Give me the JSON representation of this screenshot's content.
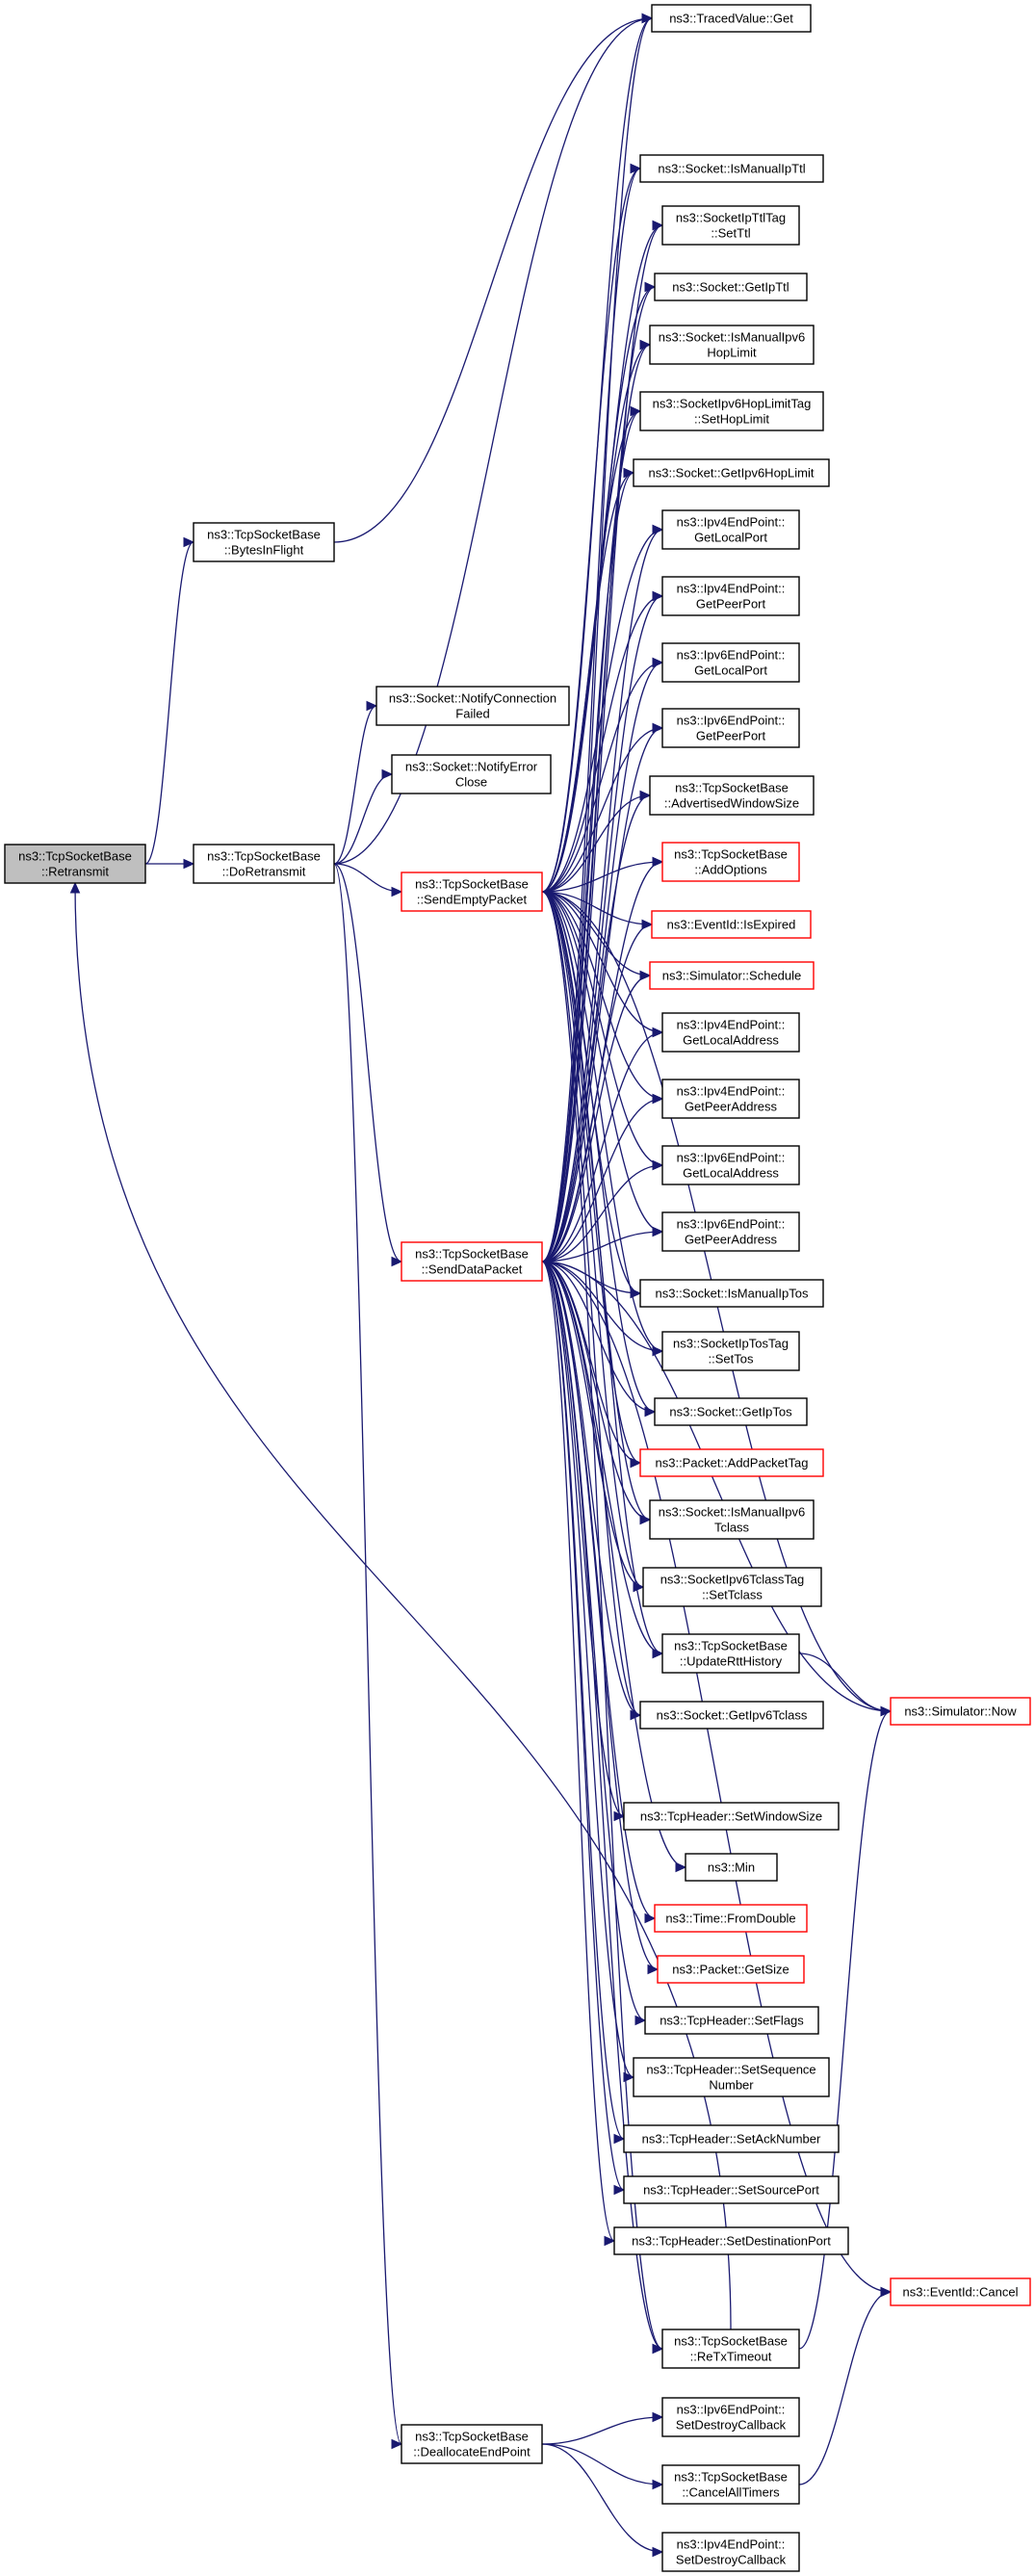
{
  "nodes": [
    {
      "id": "retransmit",
      "lines": [
        "ns3::TcpSocketBase",
        "::Retransmit"
      ],
      "style": "root"
    },
    {
      "id": "bytesinflight",
      "lines": [
        "ns3::TcpSocketBase",
        "::BytesInFlight"
      ],
      "style": "black"
    },
    {
      "id": "doretransmit",
      "lines": [
        "ns3::TcpSocketBase",
        "::DoRetransmit"
      ],
      "style": "black"
    },
    {
      "id": "tracedvalue_get",
      "lines": [
        "ns3::TracedValue::Get"
      ],
      "style": "black"
    },
    {
      "id": "notifyconnfailed",
      "lines": [
        "ns3::Socket::NotifyConnection",
        "Failed"
      ],
      "style": "black"
    },
    {
      "id": "notifyerrorclose",
      "lines": [
        "ns3::Socket::NotifyError",
        "Close"
      ],
      "style": "black"
    },
    {
      "id": "sendemptypacket",
      "lines": [
        "ns3::TcpSocketBase",
        "::SendEmptyPacket"
      ],
      "style": "red"
    },
    {
      "id": "senddatapacket",
      "lines": [
        "ns3::TcpSocketBase",
        "::SendDataPacket"
      ],
      "style": "red"
    },
    {
      "id": "deallocateendpoint",
      "lines": [
        "ns3::TcpSocketBase",
        "::DeallocateEndPoint"
      ],
      "style": "black"
    },
    {
      "id": "ismanualipttl",
      "lines": [
        "ns3::Socket::IsManualIpTtl"
      ],
      "style": "black"
    },
    {
      "id": "socketipttltag_setttl",
      "lines": [
        "ns3::SocketIpTtlTag",
        "::SetTtl"
      ],
      "style": "black"
    },
    {
      "id": "getipttl",
      "lines": [
        "ns3::Socket::GetIpTtl"
      ],
      "style": "black"
    },
    {
      "id": "ismanualipv6hoplimit",
      "lines": [
        "ns3::Socket::IsManualIpv6",
        "HopLimit"
      ],
      "style": "black"
    },
    {
      "id": "sethoplimit",
      "lines": [
        "ns3::SocketIpv6HopLimitTag",
        "::SetHopLimit"
      ],
      "style": "black"
    },
    {
      "id": "getipv6hoplimit",
      "lines": [
        "ns3::Socket::GetIpv6HopLimit"
      ],
      "style": "black"
    },
    {
      "id": "ipv4_getlocalport",
      "lines": [
        "ns3::Ipv4EndPoint::",
        "GetLocalPort"
      ],
      "style": "black"
    },
    {
      "id": "ipv4_getpeerport",
      "lines": [
        "ns3::Ipv4EndPoint::",
        "GetPeerPort"
      ],
      "style": "black"
    },
    {
      "id": "ipv6_getlocalport",
      "lines": [
        "ns3::Ipv6EndPoint::",
        "GetLocalPort"
      ],
      "style": "black"
    },
    {
      "id": "ipv6_getpeerport",
      "lines": [
        "ns3::Ipv6EndPoint::",
        "GetPeerPort"
      ],
      "style": "black"
    },
    {
      "id": "advertisedwindowsize",
      "lines": [
        "ns3::TcpSocketBase",
        "::AdvertisedWindowSize"
      ],
      "style": "black"
    },
    {
      "id": "addoptions",
      "lines": [
        "ns3::TcpSocketBase",
        "::AddOptions"
      ],
      "style": "red"
    },
    {
      "id": "isexpired",
      "lines": [
        "ns3::EventId::IsExpired"
      ],
      "style": "red"
    },
    {
      "id": "schedule",
      "lines": [
        "ns3::Simulator::Schedule"
      ],
      "style": "red"
    },
    {
      "id": "ipv4_getlocaladdress",
      "lines": [
        "ns3::Ipv4EndPoint::",
        "GetLocalAddress"
      ],
      "style": "black"
    },
    {
      "id": "ipv4_getpeeraddress",
      "lines": [
        "ns3::Ipv4EndPoint::",
        "GetPeerAddress"
      ],
      "style": "black"
    },
    {
      "id": "ipv6_getlocaladdress",
      "lines": [
        "ns3::Ipv6EndPoint::",
        "GetLocalAddress"
      ],
      "style": "black"
    },
    {
      "id": "ipv6_getpeeraddress",
      "lines": [
        "ns3::Ipv6EndPoint::",
        "GetPeerAddress"
      ],
      "style": "black"
    },
    {
      "id": "ismanualiptos",
      "lines": [
        "ns3::Socket::IsManualIpTos"
      ],
      "style": "black"
    },
    {
      "id": "settos",
      "lines": [
        "ns3::SocketIpTosTag",
        "::SetTos"
      ],
      "style": "black"
    },
    {
      "id": "getiptos",
      "lines": [
        "ns3::Socket::GetIpTos"
      ],
      "style": "black"
    },
    {
      "id": "addpackettag",
      "lines": [
        "ns3::Packet::AddPacketTag"
      ],
      "style": "red"
    },
    {
      "id": "ismanualipv6tclass",
      "lines": [
        "ns3::Socket::IsManualIpv6",
        "Tclass"
      ],
      "style": "black"
    },
    {
      "id": "settclass",
      "lines": [
        "ns3::SocketIpv6TclassTag",
        "::SetTclass"
      ],
      "style": "black"
    },
    {
      "id": "updaterritthistory",
      "lines": [
        "ns3::TcpSocketBase",
        "::UpdateRttHistory"
      ],
      "style": "black"
    },
    {
      "id": "getipv6tclass",
      "lines": [
        "ns3::Socket::GetIpv6Tclass"
      ],
      "style": "black"
    },
    {
      "id": "simulator_now",
      "lines": [
        "ns3::Simulator::Now"
      ],
      "style": "red"
    },
    {
      "id": "setwindowsize",
      "lines": [
        "ns3::TcpHeader::SetWindowSize"
      ],
      "style": "black"
    },
    {
      "id": "min",
      "lines": [
        "ns3::Min"
      ],
      "style": "black"
    },
    {
      "id": "fromdouble",
      "lines": [
        "ns3::Time::FromDouble"
      ],
      "style": "red"
    },
    {
      "id": "getsize",
      "lines": [
        "ns3::Packet::GetSize"
      ],
      "style": "red"
    },
    {
      "id": "setflags",
      "lines": [
        "ns3::TcpHeader::SetFlags"
      ],
      "style": "black"
    },
    {
      "id": "setsequencenumber",
      "lines": [
        "ns3::TcpHeader::SetSequence",
        "Number"
      ],
      "style": "black"
    },
    {
      "id": "setacknumber",
      "lines": [
        "ns3::TcpHeader::SetAckNumber"
      ],
      "style": "black"
    },
    {
      "id": "setsourceport",
      "lines": [
        "ns3::TcpHeader::SetSourcePort"
      ],
      "style": "black"
    },
    {
      "id": "setdestinationport",
      "lines": [
        "ns3::TcpHeader::SetDestinationPort"
      ],
      "style": "black"
    },
    {
      "id": "eventid_cancel",
      "lines": [
        "ns3::EventId::Cancel"
      ],
      "style": "red"
    },
    {
      "id": "retxtimeout",
      "lines": [
        "ns3::TcpSocketBase",
        "::ReTxTimeout"
      ],
      "style": "black"
    },
    {
      "id": "ipv6_setdestroycallback",
      "lines": [
        "ns3::Ipv6EndPoint::",
        "SetDestroyCallback"
      ],
      "style": "black"
    },
    {
      "id": "cancelalltimers",
      "lines": [
        "ns3::TcpSocketBase",
        "::CancelAllTimers"
      ],
      "style": "black"
    },
    {
      "id": "ipv4_setdestroycallback",
      "lines": [
        "ns3::Ipv4EndPoint::",
        "SetDestroyCallback"
      ],
      "style": "black"
    }
  ],
  "edges": [
    [
      "retransmit",
      "bytesinflight"
    ],
    [
      "retransmit",
      "doretransmit"
    ],
    [
      "bytesinflight",
      "tracedvalue_get"
    ],
    [
      "doretransmit",
      "tracedvalue_get"
    ],
    [
      "doretransmit",
      "notifyconnfailed"
    ],
    [
      "doretransmit",
      "notifyerrorclose"
    ],
    [
      "doretransmit",
      "sendemptypacket"
    ],
    [
      "doretransmit",
      "senddatapacket"
    ],
    [
      "doretransmit",
      "deallocateendpoint"
    ],
    [
      "sendemptypacket",
      "tracedvalue_get"
    ],
    [
      "sendemptypacket",
      "ismanualipttl"
    ],
    [
      "sendemptypacket",
      "socketipttltag_setttl"
    ],
    [
      "sendemptypacket",
      "getipttl"
    ],
    [
      "sendemptypacket",
      "ismanualipv6hoplimit"
    ],
    [
      "sendemptypacket",
      "sethoplimit"
    ],
    [
      "sendemptypacket",
      "getipv6hoplimit"
    ],
    [
      "sendemptypacket",
      "ipv4_getlocalport"
    ],
    [
      "sendemptypacket",
      "ipv4_getpeerport"
    ],
    [
      "sendemptypacket",
      "ipv6_getlocalport"
    ],
    [
      "sendemptypacket",
      "ipv6_getpeerport"
    ],
    [
      "sendemptypacket",
      "advertisedwindowsize"
    ],
    [
      "sendemptypacket",
      "addoptions"
    ],
    [
      "sendemptypacket",
      "isexpired"
    ],
    [
      "sendemptypacket",
      "schedule"
    ],
    [
      "sendemptypacket",
      "ipv4_getlocaladdress"
    ],
    [
      "sendemptypacket",
      "ipv4_getpeeraddress"
    ],
    [
      "sendemptypacket",
      "ipv6_getlocaladdress"
    ],
    [
      "sendemptypacket",
      "ipv6_getpeeraddress"
    ],
    [
      "sendemptypacket",
      "ismanualiptos"
    ],
    [
      "sendemptypacket",
      "settos"
    ],
    [
      "sendemptypacket",
      "getiptos"
    ],
    [
      "sendemptypacket",
      "addpackettag"
    ],
    [
      "sendemptypacket",
      "ismanualipv6tclass"
    ],
    [
      "sendemptypacket",
      "settclass"
    ],
    [
      "sendemptypacket",
      "updaterritthistory"
    ],
    [
      "sendemptypacket",
      "getipv6tclass"
    ],
    [
      "sendemptypacket",
      "simulator_now"
    ],
    [
      "sendemptypacket",
      "retxtimeout"
    ],
    [
      "senddatapacket",
      "tracedvalue_get"
    ],
    [
      "senddatapacket",
      "ismanualipttl"
    ],
    [
      "senddatapacket",
      "socketipttltag_setttl"
    ],
    [
      "senddatapacket",
      "getipttl"
    ],
    [
      "senddatapacket",
      "ismanualipv6hoplimit"
    ],
    [
      "senddatapacket",
      "sethoplimit"
    ],
    [
      "senddatapacket",
      "getipv6hoplimit"
    ],
    [
      "senddatapacket",
      "ipv4_getlocalport"
    ],
    [
      "senddatapacket",
      "ipv4_getpeerport"
    ],
    [
      "senddatapacket",
      "ipv6_getlocalport"
    ],
    [
      "senddatapacket",
      "ipv6_getpeerport"
    ],
    [
      "senddatapacket",
      "advertisedwindowsize"
    ],
    [
      "senddatapacket",
      "addoptions"
    ],
    [
      "senddatapacket",
      "isexpired"
    ],
    [
      "senddatapacket",
      "schedule"
    ],
    [
      "senddatapacket",
      "ipv4_getlocaladdress"
    ],
    [
      "senddatapacket",
      "ipv4_getpeeraddress"
    ],
    [
      "senddatapacket",
      "ipv6_getlocaladdress"
    ],
    [
      "senddatapacket",
      "ipv6_getpeeraddress"
    ],
    [
      "senddatapacket",
      "ismanualiptos"
    ],
    [
      "senddatapacket",
      "settos"
    ],
    [
      "senddatapacket",
      "getiptos"
    ],
    [
      "senddatapacket",
      "addpackettag"
    ],
    [
      "senddatapacket",
      "ismanualipv6tclass"
    ],
    [
      "senddatapacket",
      "settclass"
    ],
    [
      "senddatapacket",
      "updaterritthistory"
    ],
    [
      "senddatapacket",
      "getipv6tclass"
    ],
    [
      "senddatapacket",
      "simulator_now"
    ],
    [
      "senddatapacket",
      "setwindowsize"
    ],
    [
      "senddatapacket",
      "min"
    ],
    [
      "senddatapacket",
      "fromdouble"
    ],
    [
      "senddatapacket",
      "getsize"
    ],
    [
      "senddatapacket",
      "setflags"
    ],
    [
      "senddatapacket",
      "setsequencenumber"
    ],
    [
      "senddatapacket",
      "setacknumber"
    ],
    [
      "senddatapacket",
      "setsourceport"
    ],
    [
      "senddatapacket",
      "setdestinationport"
    ],
    [
      "senddatapacket",
      "eventid_cancel"
    ],
    [
      "senddatapacket",
      "retxtimeout"
    ],
    [
      "updaterritthistory",
      "simulator_now"
    ],
    [
      "retxtimeout",
      "simulator_now"
    ],
    [
      "retxtimeout",
      "retransmit"
    ],
    [
      "deallocateendpoint",
      "ipv6_setdestroycallback"
    ],
    [
      "deallocateendpoint",
      "cancelalltimers"
    ],
    [
      "deallocateendpoint",
      "ipv4_setdestroycallback"
    ],
    [
      "cancelalltimers",
      "eventid_cancel"
    ]
  ]
}
